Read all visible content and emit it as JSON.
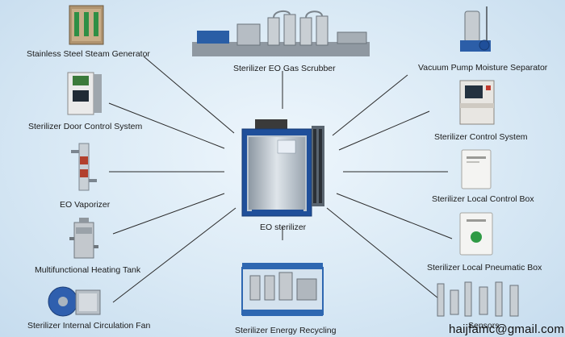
{
  "center": {
    "label": "EO sterilizer"
  },
  "components": [
    {
      "key": "steam_generator",
      "label": "Stainless Steel Steam Generator"
    },
    {
      "key": "door_control",
      "label": "Sterilizer Door Control System"
    },
    {
      "key": "vaporizer",
      "label": "EO Vaporizer"
    },
    {
      "key": "heating_tank",
      "label": "Multifunctional Heating Tank"
    },
    {
      "key": "circulation_fan",
      "label": "Sterilizer Internal Circulation Fan"
    },
    {
      "key": "gas_scrubber",
      "label": "Sterilizer EO Gas Scrubber"
    },
    {
      "key": "energy_recycling",
      "label": "Sterilizer Energy Recycling"
    },
    {
      "key": "vacuum_separator",
      "label": "Vacuum Pump Moisture Separator"
    },
    {
      "key": "control_system",
      "label": "Sterilizer Control System"
    },
    {
      "key": "local_control_box",
      "label": "Sterilizer Local Control Box"
    },
    {
      "key": "pneumatic_box",
      "label": "Sterilizer Local Pneumatic Box"
    },
    {
      "key": "sensors",
      "label": "Sensors"
    }
  ],
  "watermark": "haijfamc@gmail.com"
}
